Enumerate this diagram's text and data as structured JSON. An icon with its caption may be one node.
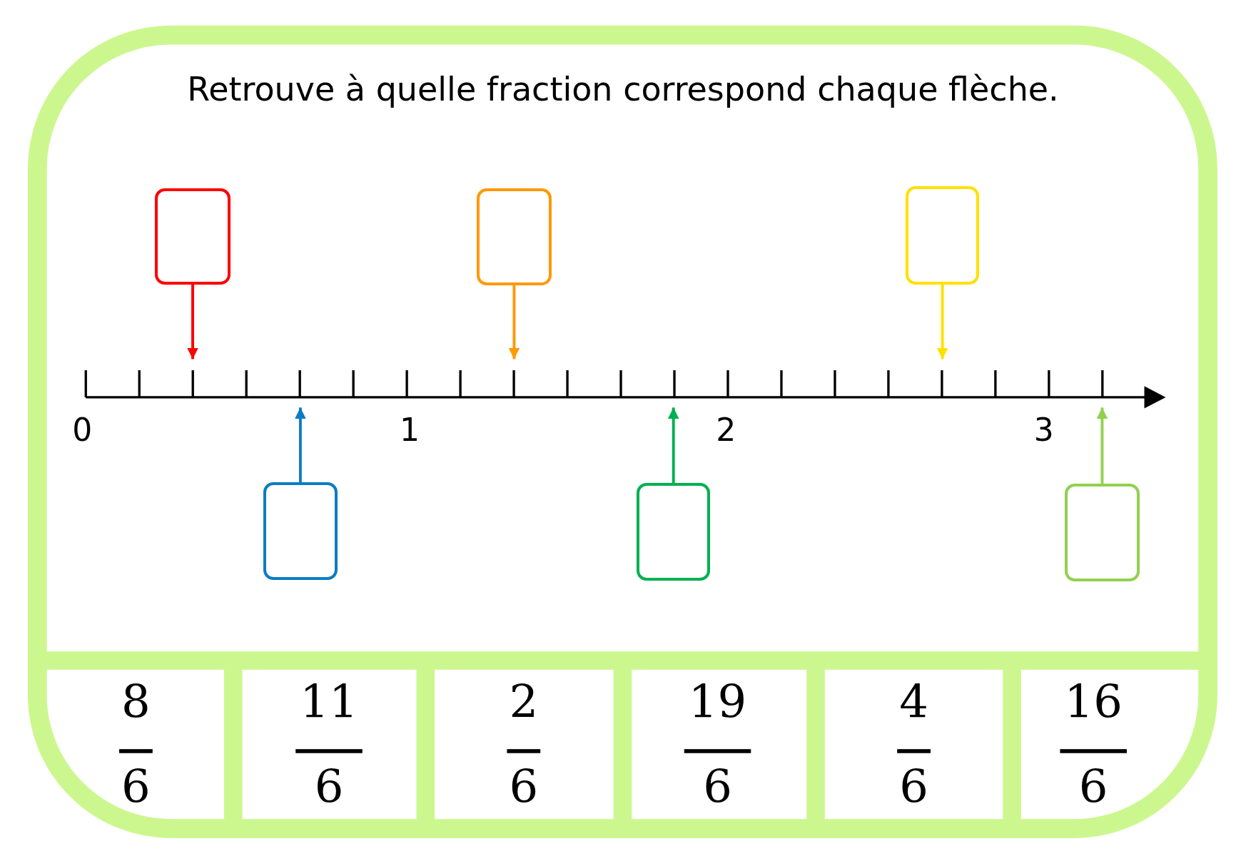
{
  "diagram": {
    "title": "Retrouve à quelle fraction correspond chaque flèche.",
    "nodes": [
      {
        "text": [],
        "shape": "box"
      },
      {
        "text": [],
        "shape": "box"
      },
      {
        "text": [],
        "shape": "box"
      },
      {
        "text": [],
        "shape": "box"
      },
      {
        "text": [],
        "shape": "box"
      },
      {
        "text": [],
        "shape": "box"
      }
    ],
    "edges": [
      {
        "from": 0,
        "to": null,
        "arrow": "to",
        "color": "#ff0000"
      },
      {
        "from": 1,
        "to": null,
        "arrow": "to",
        "color": "#ff9900"
      },
      {
        "from": 2,
        "to": null,
        "arrow": "to",
        "color": "#ffe000"
      },
      {
        "from": 3,
        "to": null,
        "arrow": "to",
        "color": "#0a7dc2"
      },
      {
        "from": 4,
        "to": null,
        "arrow": "to",
        "color": "#00b050"
      },
      {
        "from": 5,
        "to": null,
        "arrow": "to",
        "color": "#92d050"
      }
    ],
    "labels": [
      "0",
      "1",
      "2",
      "3",
      "8",
      "6",
      "11",
      "6",
      "2",
      "6",
      "19",
      "6",
      "4",
      "6",
      "16",
      "6"
    ]
  }
}
